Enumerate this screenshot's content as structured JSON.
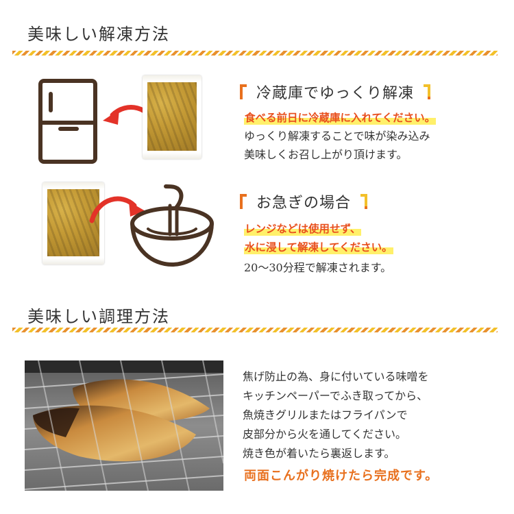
{
  "section1": {
    "title": "美味しい解凍方法"
  },
  "method1": {
    "heading": "冷蔵庫でゆっくり解凍",
    "highlight": "食べる前日に冷蔵庫に入れてください。",
    "lines": [
      "ゆっくり解凍することで味が染み込み",
      "美味しくお召し上がり頂けます。"
    ]
  },
  "method2": {
    "heading": "お急ぎの場合",
    "highlights": [
      "レンジなどは使用せず、",
      "水に浸して解凍してください。"
    ],
    "line": "20〜30分程で解凍されます。"
  },
  "section2": {
    "title": "美味しい調理方法"
  },
  "cooking": {
    "lines": [
      "焦げ防止の為、身に付いている味噌を",
      "キッチンペーパーでふき取ってから、",
      "魚焼きグリルまたはフライパンで",
      "皮部分から火を通してください。",
      "焼き色が着いたら裏返します。"
    ],
    "final": "両面こんがり焼けたら完成です。"
  },
  "colors": {
    "accent_orange": "#e8701e",
    "highlight_yellow": "#fff06a",
    "arrow_red": "#e33228",
    "icon_brown": "#4a3323"
  },
  "icons": [
    "refrigerator-icon",
    "curved-arrow-icon",
    "bowl-with-water-icon"
  ]
}
